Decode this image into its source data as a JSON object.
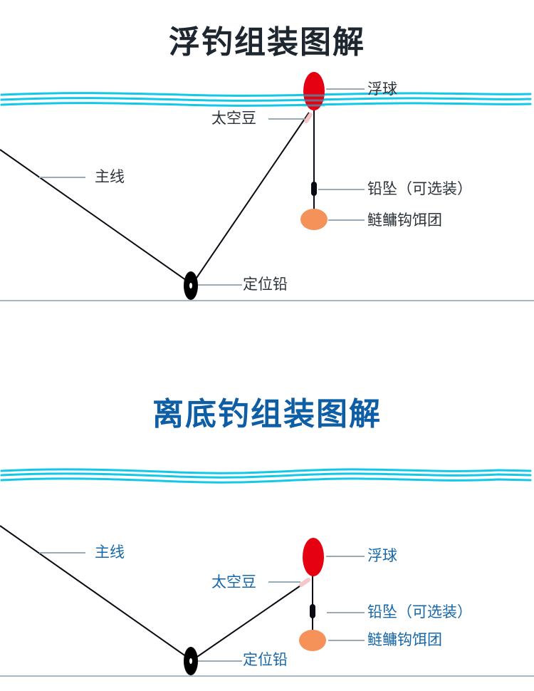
{
  "section1": {
    "title": "浮钓组装图解",
    "title_color": "#1e2730",
    "label_color": "#2c333a",
    "labels": {
      "float": "浮球",
      "space_bean": "太空豆",
      "main_line": "主线",
      "sinker": "铅坠（可选装）",
      "bait": "鲢鳙钩饵团",
      "position_lead": "定位铅"
    }
  },
  "section2": {
    "title": "离底钓组装图解",
    "title_color": "#0e5ea6",
    "label_color": "#1768a8",
    "labels": {
      "float": "浮球",
      "space_bean": "太空豆",
      "main_line": "主线",
      "sinker": "铅坠（可选装）",
      "bait": "鲢鳙钩饵团",
      "position_lead": "定位铅"
    }
  },
  "colors": {
    "water": "#12c8e6",
    "float": "#e50012",
    "space_bean": "#f7c6c9",
    "bait": "#f5925a",
    "line": "#0a0a14",
    "leader": "#9aabb8",
    "bottom": "#a7b7c4"
  }
}
